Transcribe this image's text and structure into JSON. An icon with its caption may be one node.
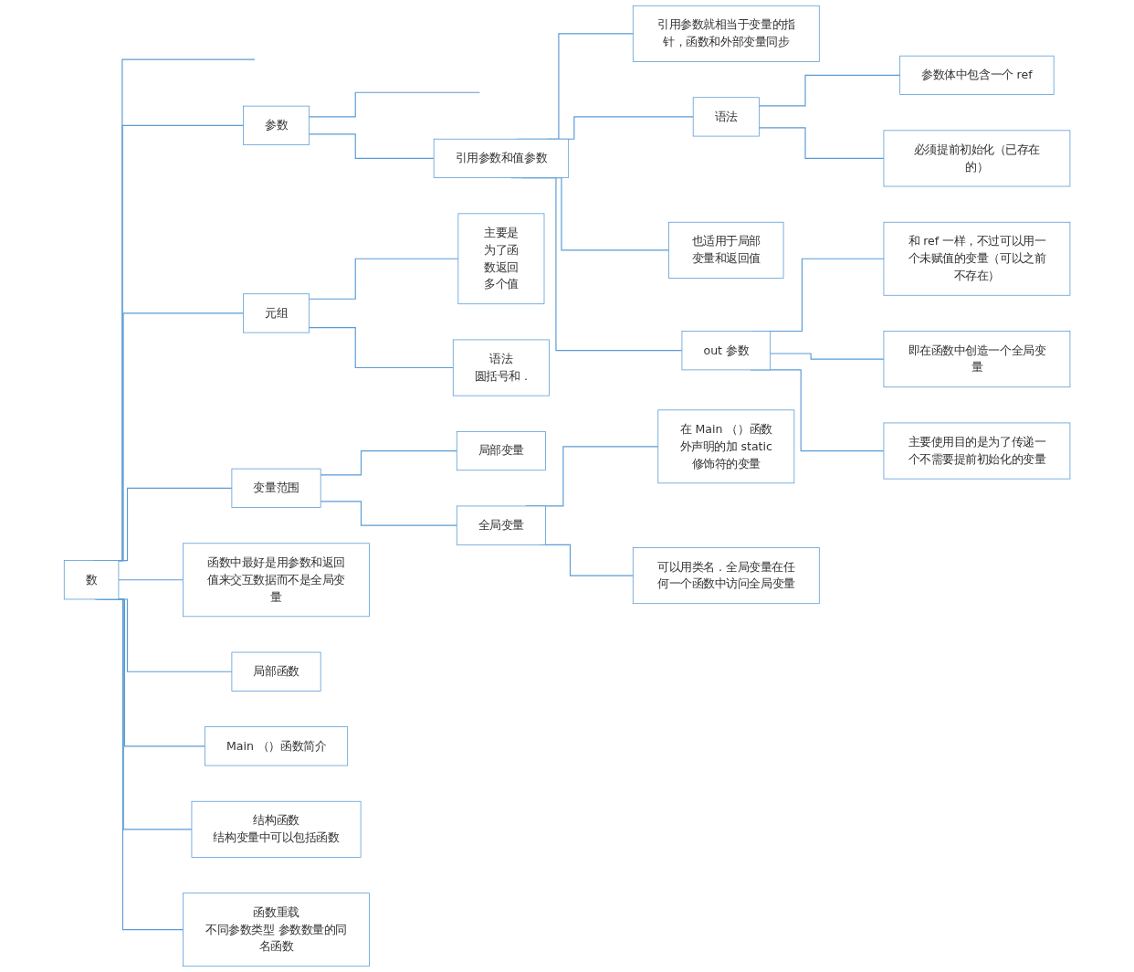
{
  "diagram": {
    "nodes": [
      {
        "text": [
          "数"
        ]
      },
      {
        "text": [
          "参数"
        ]
      },
      {
        "text": [
          "引用参数和值参数"
        ]
      },
      {
        "text": [
          "引用参数就相当于变量的指针，函数和外部变量同步"
        ]
      },
      {
        "text": [
          "语法"
        ]
      },
      {
        "text": [
          "参数体中包含一个 ref"
        ]
      },
      {
        "text": [
          "必须提前初始化（已存在的）"
        ]
      },
      {
        "text": [
          "也适用于局部变量和返回值"
        ]
      },
      {
        "text": [
          "out 参数"
        ]
      },
      {
        "text": [
          "和 ref 一样，不过可以用一个未赋值的变量（可以之前不存在）"
        ]
      },
      {
        "text": [
          "即在函数中创造一个全局变量"
        ]
      },
      {
        "text": [
          "主要使用目的是为了传递一个不需要提前初始化的变量"
        ]
      },
      {
        "text": [
          "元组"
        ]
      },
      {
        "text": [
          "主要是为了函数返回多个值"
        ]
      },
      {
        "text": [
          "语法",
          "圆括号和 ."
        ]
      },
      {
        "text": [
          "变量范围"
        ]
      },
      {
        "text": [
          "局部变量"
        ]
      },
      {
        "text": [
          "全局变量"
        ]
      },
      {
        "text": [
          "在 Main （）函数外声明的加 static 修饰符的变量"
        ]
      },
      {
        "text": [
          "可以用类名 . 全局变量在任何一个函数中访问全局变量"
        ]
      },
      {
        "text": [
          "函数中最好是用参数和返回值来交互数据而不是全局变量"
        ]
      },
      {
        "text": [
          "局部函数"
        ]
      },
      {
        "text": [
          "Main （）函数简介"
        ]
      },
      {
        "text": [
          "结构函数",
          "结构变量中可以包括函数"
        ]
      },
      {
        "text": [
          "函数重载",
          "不同参数类型 参数数量的同名函数"
        ]
      }
    ],
    "edges": [
      {
        "from": 0,
        "to": null,
        "arrow": "none"
      },
      {
        "from": 0,
        "to": 1,
        "arrow": "none"
      },
      {
        "from": 1,
        "to": null,
        "arrow": "none"
      },
      {
        "from": 1,
        "to": 2,
        "arrow": "none"
      },
      {
        "from": 2,
        "to": 3,
        "arrow": "none"
      },
      {
        "from": 2,
        "to": 4,
        "arrow": "none"
      },
      {
        "from": 4,
        "to": 5,
        "arrow": "none"
      },
      {
        "from": 4,
        "to": 6,
        "arrow": "none"
      },
      {
        "from": 2,
        "to": 7,
        "arrow": "none"
      },
      {
        "from": 2,
        "to": 8,
        "arrow": "none"
      },
      {
        "from": 8,
        "to": 9,
        "arrow": "none"
      },
      {
        "from": 8,
        "to": 10,
        "arrow": "none"
      },
      {
        "from": 8,
        "to": 11,
        "arrow": "none"
      },
      {
        "from": 0,
        "to": 12,
        "arrow": "none"
      },
      {
        "from": 12,
        "to": 13,
        "arrow": "none"
      },
      {
        "from": 12,
        "to": 14,
        "arrow": "none"
      },
      {
        "from": 0,
        "to": 15,
        "arrow": "none"
      },
      {
        "from": 15,
        "to": 16,
        "arrow": "none"
      },
      {
        "from": 15,
        "to": 17,
        "arrow": "none"
      },
      {
        "from": 17,
        "to": 18,
        "arrow": "none"
      },
      {
        "from": 17,
        "to": 19,
        "arrow": "none"
      },
      {
        "from": 0,
        "to": 20,
        "arrow": "none"
      },
      {
        "from": 0,
        "to": 21,
        "arrow": "none"
      },
      {
        "from": 0,
        "to": 22,
        "arrow": "none"
      },
      {
        "from": 0,
        "to": 23,
        "arrow": "none"
      },
      {
        "from": 0,
        "to": 24,
        "arrow": "none"
      }
    ]
  }
}
